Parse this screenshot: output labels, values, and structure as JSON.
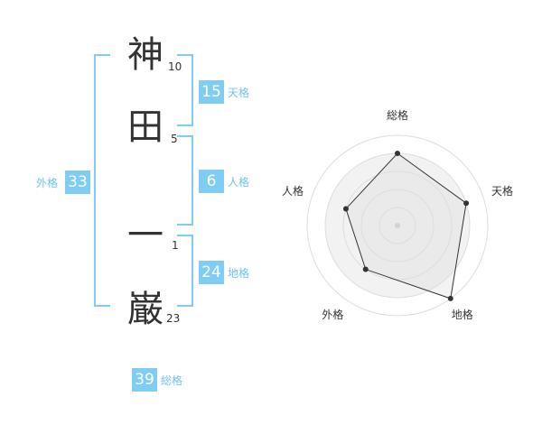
{
  "name_chars": [
    {
      "char": "神",
      "strokes": "10"
    },
    {
      "char": "田",
      "strokes": "5"
    },
    {
      "char": "一",
      "strokes": "1"
    },
    {
      "char": "巌",
      "strokes": "23"
    }
  ],
  "kaku": {
    "tenkaku": {
      "value": "15",
      "label": "天格"
    },
    "jinkaku": {
      "value": "6",
      "label": "人格"
    },
    "chikaku": {
      "value": "24",
      "label": "地格"
    },
    "gaikaku": {
      "value": "33",
      "label": "外格"
    },
    "soukaku": {
      "value": "39",
      "label": "総格"
    }
  },
  "colors": {
    "accent": "#7fcdf5",
    "label": "#6fc3ee",
    "text": "#333333"
  },
  "chart_data": {
    "type": "radar",
    "categories": [
      "総格",
      "天格",
      "地格",
      "外格",
      "人格"
    ],
    "values": [
      4,
      4,
      5,
      3,
      3
    ],
    "rmax": 5,
    "rings": 5
  }
}
